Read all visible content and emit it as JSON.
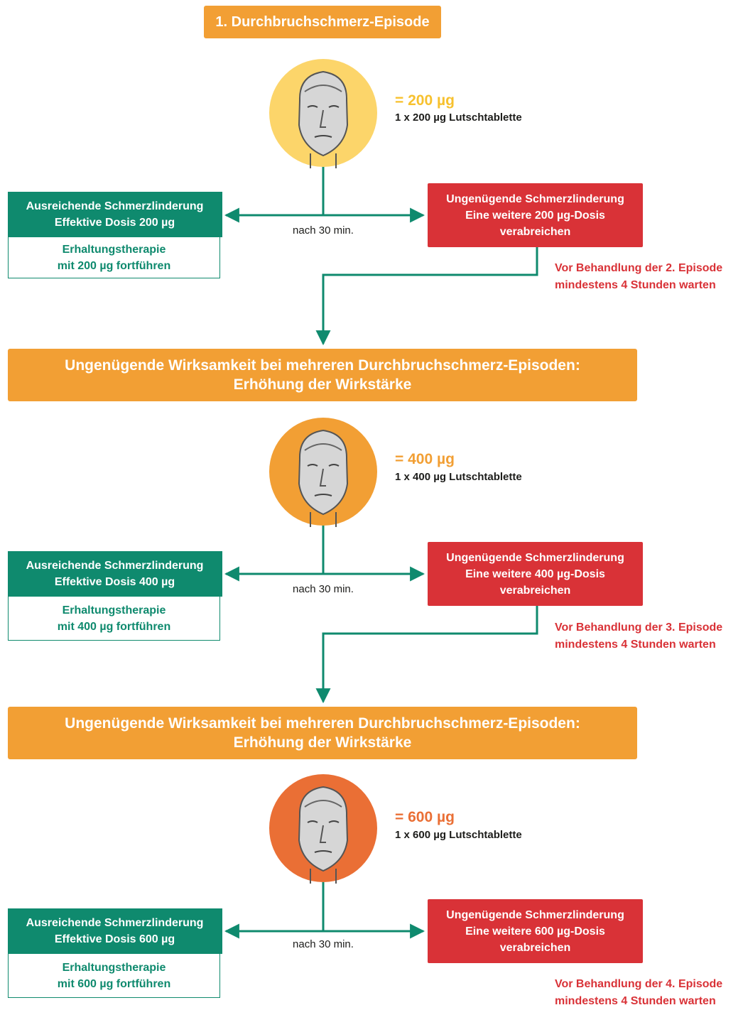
{
  "title": "1. Durchbruchschmerz-Episode",
  "stages": [
    {
      "face_color": "#fcd56a",
      "dose": "= 200 µg",
      "dose_color": "#f7c12e",
      "tablet": "1 x 200 µg Lutschtablette",
      "after": "nach 30 min.",
      "sufficient_title": "Ausreichende Schmerzlinderung",
      "sufficient_dose": "Effektive Dosis 200 µg",
      "maintenance_line1": "Erhaltungstherapie",
      "maintenance_line2": "mit 200 µg fortführen",
      "insufficient_title": "Ungenügende Schmerzlinderung",
      "insufficient_line2": "Eine weitere 200 µg-Dosis",
      "insufficient_line3": "verabreichen",
      "wait_line1": "Vor Behandlung der 2. Episode",
      "wait_line2": "mindestens 4 Stunden warten"
    },
    {
      "face_color": "#f29f34",
      "dose": "= 400 µg",
      "dose_color": "#f29f34",
      "tablet": "1 x 400 µg Lutschtablette",
      "after": "nach 30 min.",
      "sufficient_title": "Ausreichende Schmerzlinderung",
      "sufficient_dose": "Effektive Dosis 400 µg",
      "maintenance_line1": "Erhaltungstherapie",
      "maintenance_line2": "mit 400 µg fortführen",
      "insufficient_title": "Ungenügende Schmerzlinderung",
      "insufficient_line2": "Eine weitere 400 µg-Dosis",
      "insufficient_line3": "verabreichen",
      "wait_line1": "Vor Behandlung der 3. Episode",
      "wait_line2": "mindestens 4 Stunden warten"
    },
    {
      "face_color": "#ea6f35",
      "dose": "= 600 µg",
      "dose_color": "#ea6f35",
      "tablet": "1 x 600 µg Lutschtablette",
      "after": "nach 30 min.",
      "sufficient_title": "Ausreichende Schmerzlinderung",
      "sufficient_dose": "Effektive Dosis 600 µg",
      "maintenance_line1": "Erhaltungstherapie",
      "maintenance_line2": "mit 600 µg fortführen",
      "insufficient_title": "Ungenügende Schmerzlinderung",
      "insufficient_line2": "Eine weitere 600 µg-Dosis",
      "insufficient_line3": "verabreichen",
      "wait_line1": "Vor Behandlung der 4. Episode",
      "wait_line2": "mindestens 4 Stunden warten"
    }
  ],
  "banners": [
    {
      "line1": "Ungenügende Wirksamkeit bei mehreren Durchbruchschmerz-Episoden:",
      "line2": "Erhöhung der Wirkstärke"
    },
    {
      "line1": "Ungenügende Wirksamkeit bei mehreren Durchbruchschmerz-Episoden:",
      "line2": "Erhöhung der Wirkstärke"
    }
  ],
  "colors": {
    "orange": "#f29f34",
    "green": "#0f8a6e",
    "red": "#d93237"
  }
}
